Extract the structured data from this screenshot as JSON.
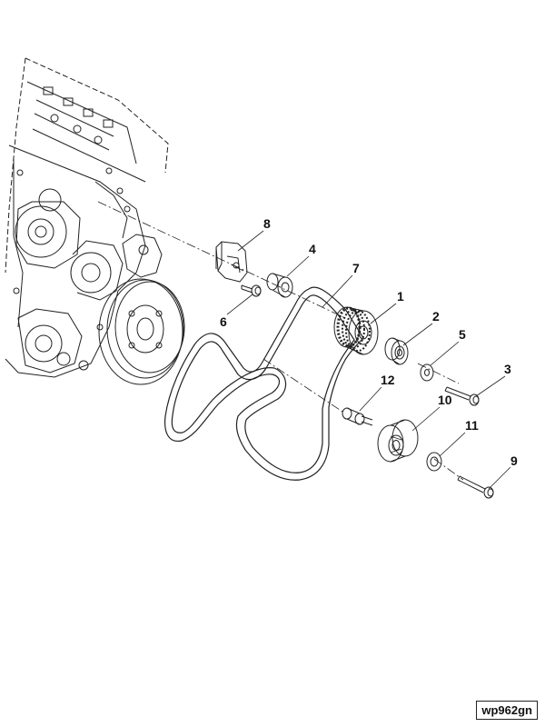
{
  "callouts": {
    "c1": "1",
    "c2": "2",
    "c3": "3",
    "c4": "4",
    "c5": "5",
    "c6": "6",
    "c7": "7",
    "c8": "8",
    "c9": "9",
    "c10": "10",
    "c11": "11",
    "c12": "12"
  },
  "figure_id": "wp962gn",
  "colors": {
    "line": "#222222",
    "background": "#ffffff"
  }
}
